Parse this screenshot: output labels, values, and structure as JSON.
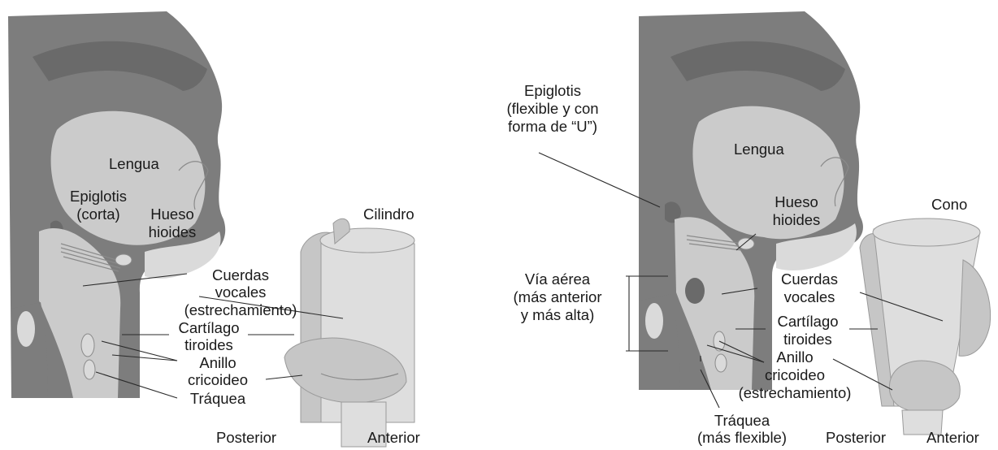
{
  "left_panel": {
    "tongue": "Lengua",
    "epiglottis_line1": "Epiglotis",
    "epiglottis_line2": "(corta)",
    "hyoid_line1": "Hueso",
    "hyoid_line2": "hioides",
    "cords_line1": "Cuerdas",
    "cords_line2": "vocales",
    "cords_line3": "(estrechamiento)",
    "thyroid_line1": "Cartílago",
    "thyroid_line2": "tiroides",
    "cricoid_line1": "Anillo",
    "cricoid_line2": "cricoideo",
    "trachea": "Tráquea",
    "shape": "Cilindro",
    "posterior": "Posterior",
    "anterior": "Anterior"
  },
  "right_panel": {
    "epiglottis_line1": "Epiglotis",
    "epiglottis_line2": "(flexible y con",
    "epiglottis_line3": "forma de “U”)",
    "tongue": "Lengua",
    "hyoid_line1": "Hueso",
    "hyoid_line2": "hioides",
    "airway_line1": "Vía aérea",
    "airway_line2": "(más anterior",
    "airway_line3": "y más alta)",
    "cords_line1": "Cuerdas",
    "cords_line2": "vocales",
    "thyroid_line1": "Cartílago",
    "thyroid_line2": "tiroides",
    "cricoid_line1": "Anillo",
    "cricoid_line2": "cricoideo",
    "cricoid_line3": "(estrechamiento)",
    "trachea_line1": "Tráquea",
    "trachea_line2": "(más flexible)",
    "shape": "Cono",
    "posterior": "Posterior",
    "anterior": "Anterior"
  }
}
